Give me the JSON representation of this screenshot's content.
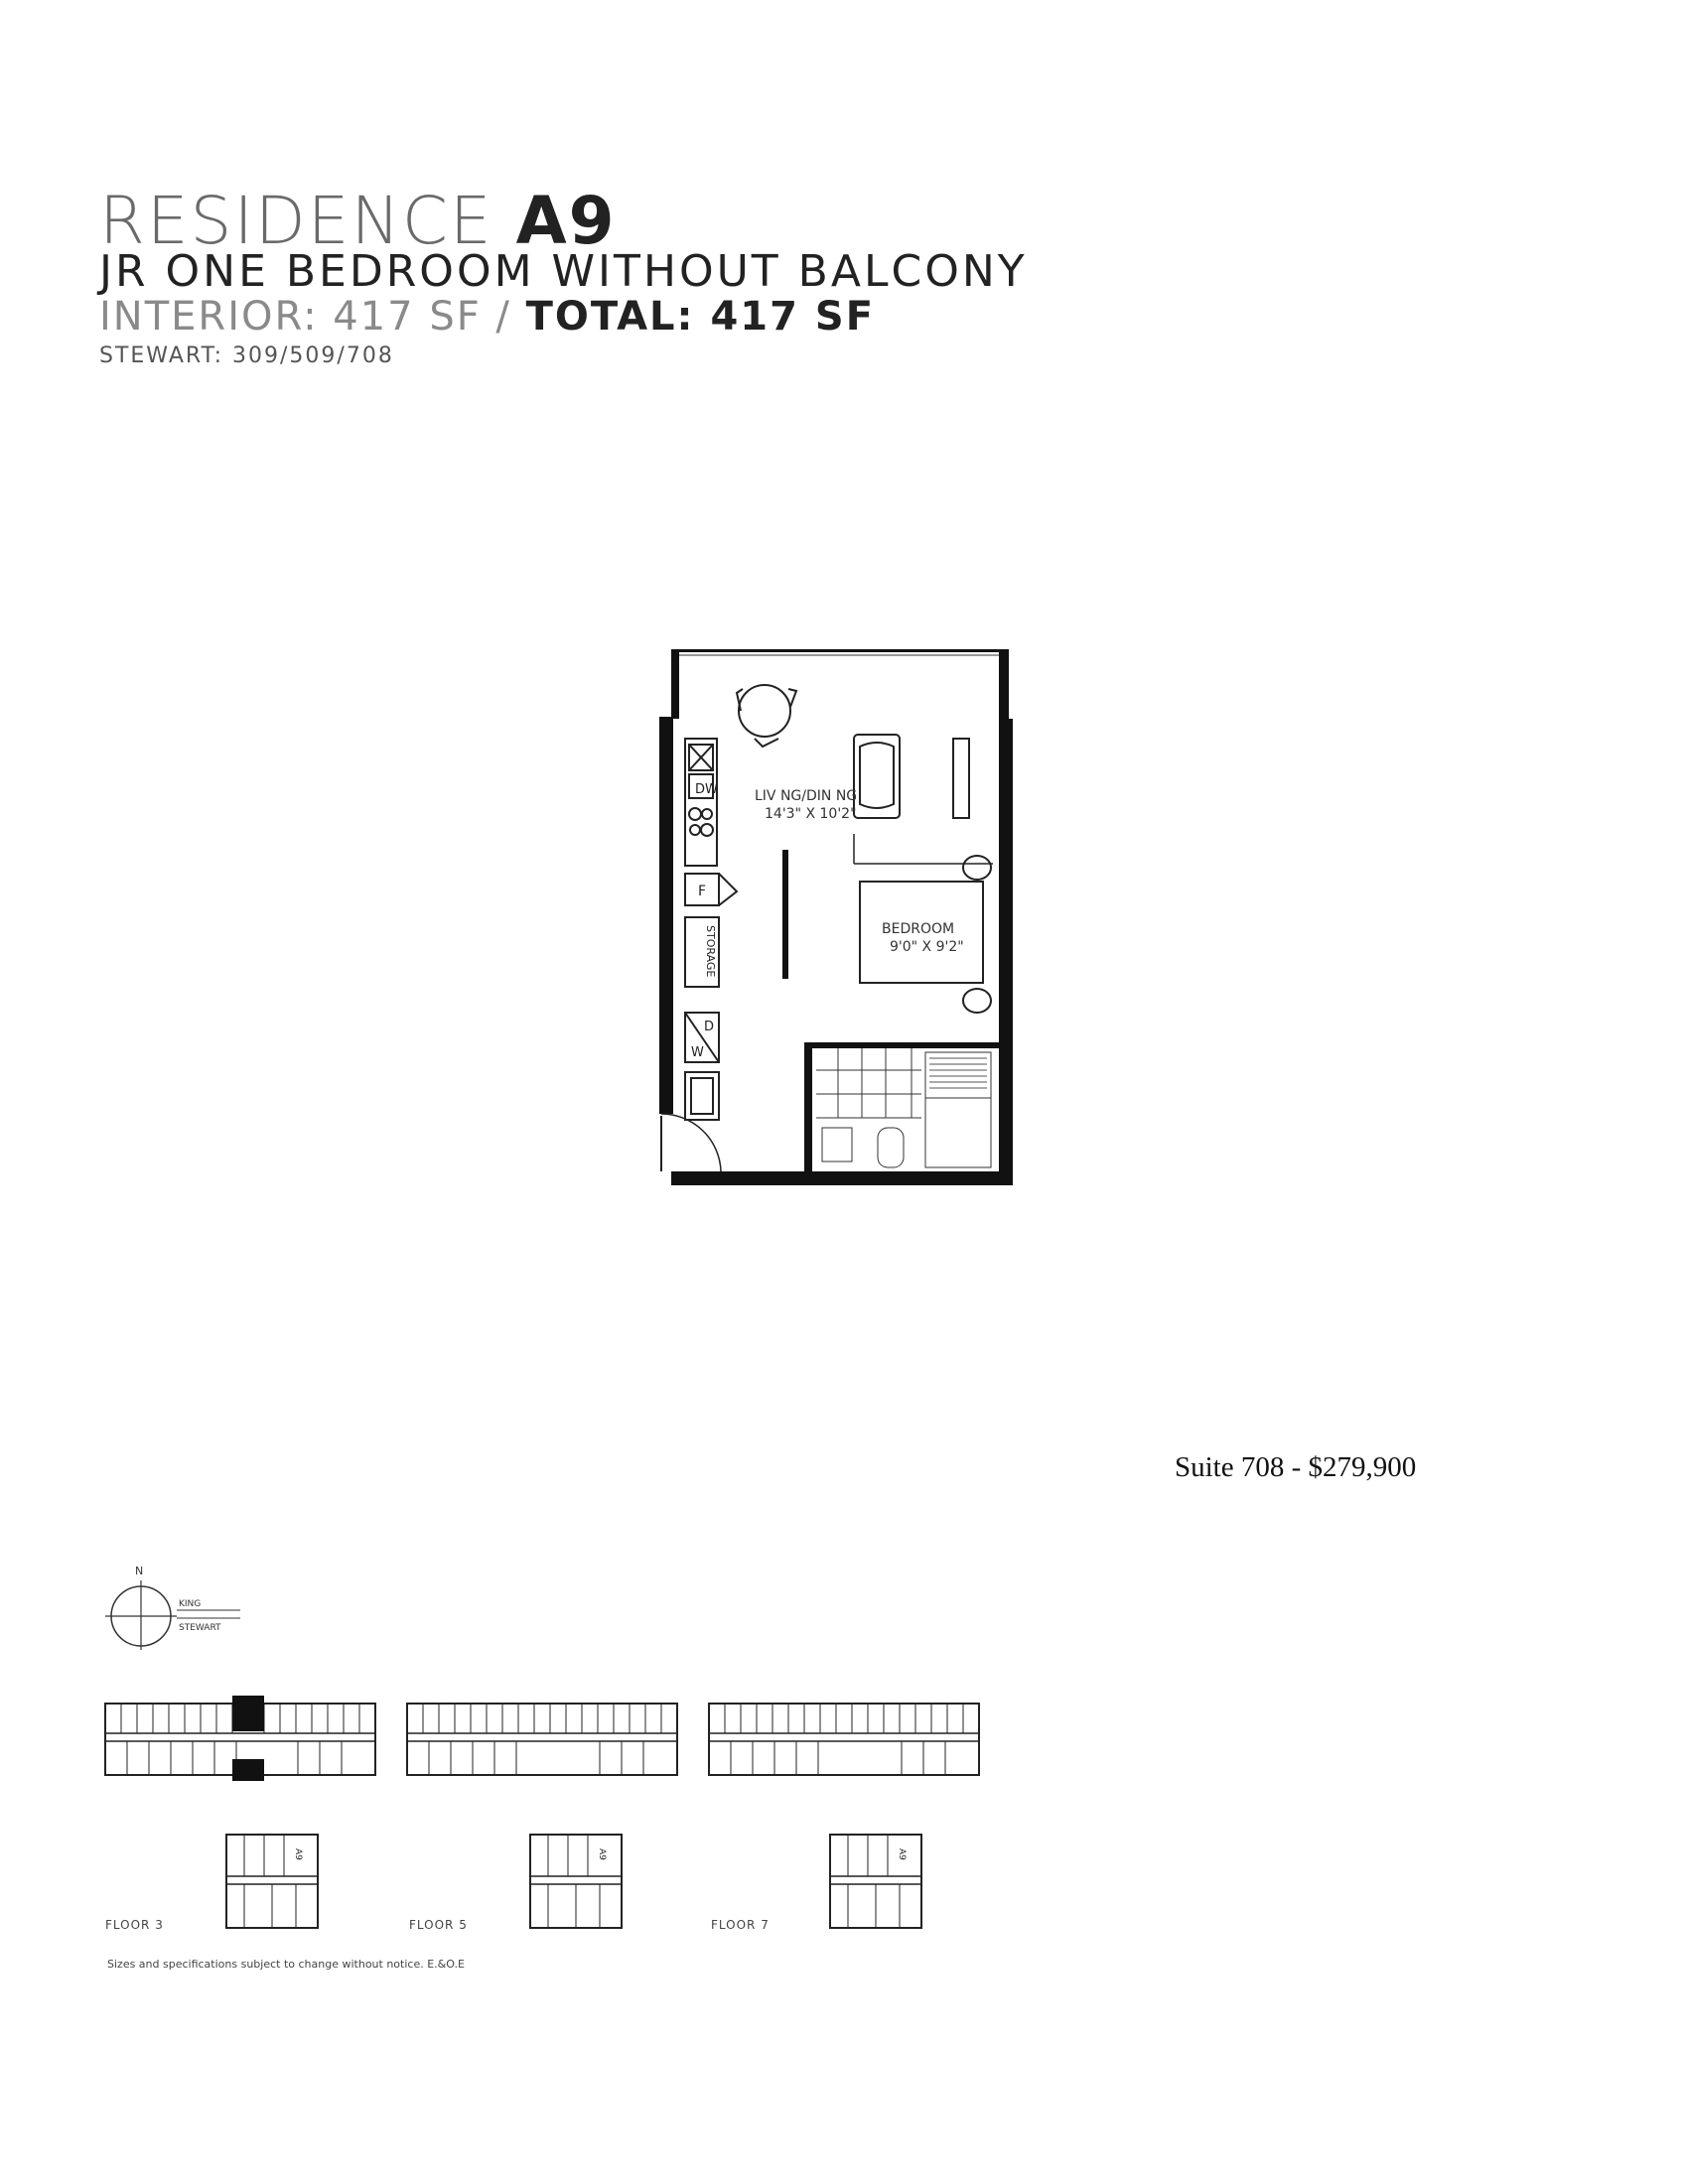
{
  "header": {
    "residence_prefix": "RESIDENCE",
    "residence_code": "A9",
    "subtitle": "JR ONE BEDROOM WITHOUT BALCONY",
    "interior_label": "INTERIOR: 417 SF /",
    "total_label": "TOTAL: 417 SF",
    "stewart_units": "STEWART: 309/509/708"
  },
  "floorplan": {
    "living_dining_label": "LIV NG/DIN NG",
    "living_dining_dims": "14'3\" X 10'2\"",
    "bedroom_label": "BEDROOM",
    "bedroom_dims": "9'0\" X 9'2\"",
    "dw_label": "DW",
    "fridge_label": "F",
    "storage_label": "STORAGE",
    "dryer_label": "D",
    "washer_label": "W"
  },
  "price": {
    "text": "Suite 708 - $279,900"
  },
  "compass": {
    "north": "N",
    "street_top": "KING",
    "street_bottom": "STEWART"
  },
  "key_plans": {
    "floors": [
      {
        "label": "FLOOR 3"
      },
      {
        "label": "FLOOR 5"
      },
      {
        "label": "FLOOR 7"
      }
    ],
    "unit_tag": "A9"
  },
  "disclaimer": "Sizes and specifications subject to change without notice. E.&O.E"
}
